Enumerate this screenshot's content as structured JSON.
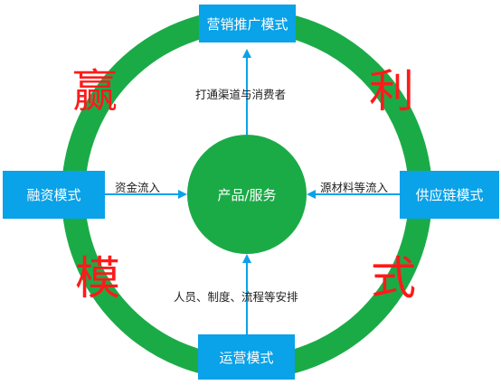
{
  "center": {
    "label": "产品/服务"
  },
  "nodes": {
    "top": "营销推广模式",
    "left": "融资模式",
    "right": "供应链模式",
    "bottom": "运营模式"
  },
  "flows": {
    "top": "打通渠道与消费者",
    "left": "资金流入",
    "right": "源材料等流入",
    "bottom": "人员、制度、流程等安排"
  },
  "corner_chars": {
    "top_left": "赢",
    "top_right": "利",
    "bottom_left": "模",
    "bottom_right": "式"
  },
  "colors": {
    "ring": "#1aab47",
    "center": "#1aab47",
    "box": "#0aa2e8",
    "arrow": "#0aa2e8",
    "big_char": "#ff1a1a"
  }
}
